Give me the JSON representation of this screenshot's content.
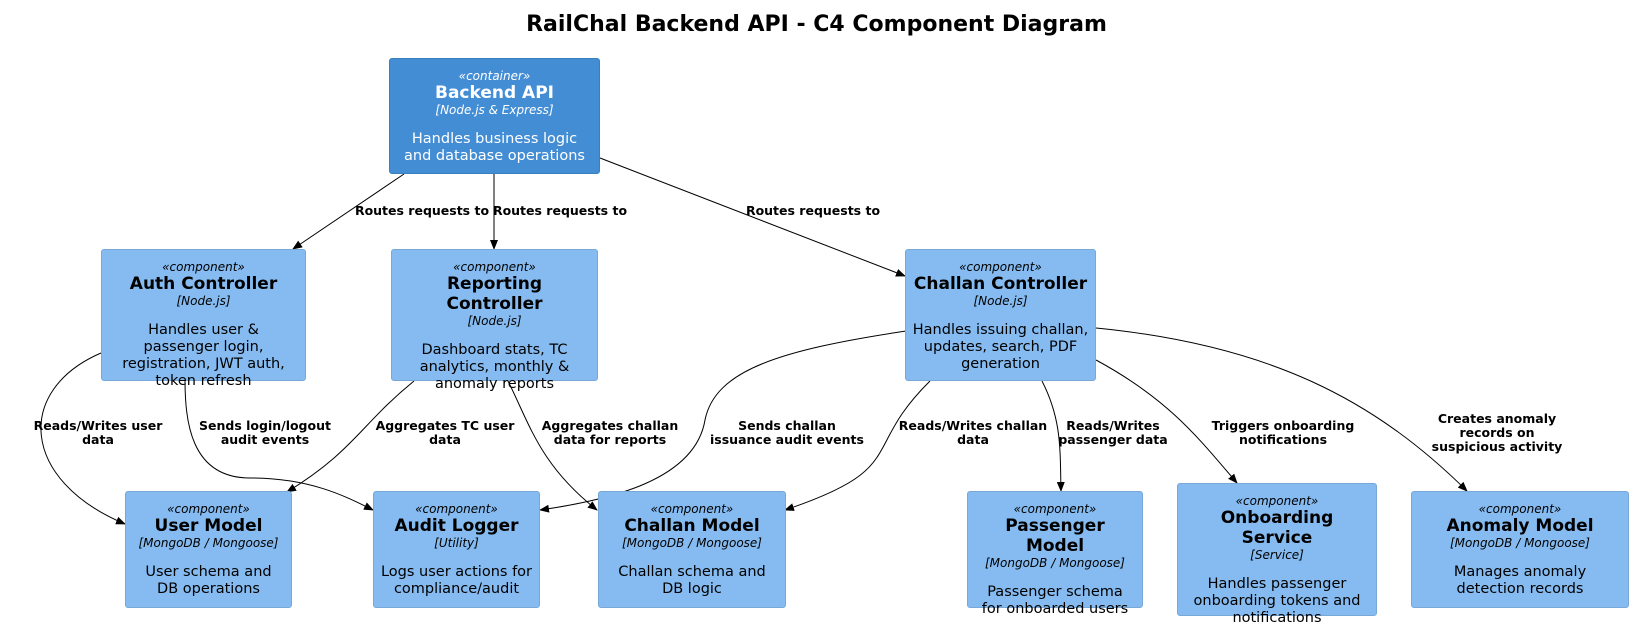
{
  "title": "RailChal Backend API - C4 Component Diagram",
  "nodes": {
    "backend_api": {
      "stereotype": "«container»",
      "name": "Backend API",
      "tech": "[Node.js & Express]",
      "desc": "Handles business logic and database operations"
    },
    "auth_controller": {
      "stereotype": "«component»",
      "name": "Auth Controller",
      "tech": "[Node.js]",
      "desc": "Handles user & passenger login, registration, JWT auth, token refresh"
    },
    "reporting_controller": {
      "stereotype": "«component»",
      "name": "Reporting Controller",
      "tech": "[Node.js]",
      "desc": "Dashboard stats, TC analytics, monthly & anomaly reports"
    },
    "challan_controller": {
      "stereotype": "«component»",
      "name": "Challan Controller",
      "tech": "[Node.js]",
      "desc": "Handles issuing challan, updates, search, PDF generation"
    },
    "user_model": {
      "stereotype": "«component»",
      "name": "User Model",
      "tech": "[MongoDB / Mongoose]",
      "desc": "User schema and DB operations"
    },
    "audit_logger": {
      "stereotype": "«component»",
      "name": "Audit Logger",
      "tech": "[Utility]",
      "desc": "Logs user actions for compliance/audit"
    },
    "challan_model": {
      "stereotype": "«component»",
      "name": "Challan Model",
      "tech": "[MongoDB / Mongoose]",
      "desc": "Challan schema and DB logic"
    },
    "passenger_model": {
      "stereotype": "«component»",
      "name": "Passenger Model",
      "tech": "[MongoDB / Mongoose]",
      "desc": "Passenger schema for onboarded users"
    },
    "onboarding_service": {
      "stereotype": "«component»",
      "name": "Onboarding Service",
      "tech": "[Service]",
      "desc": "Handles passenger onboarding tokens and notifications"
    },
    "anomaly_model": {
      "stereotype": "«component»",
      "name": "Anomaly Model",
      "tech": "[MongoDB / Mongoose]",
      "desc": "Manages anomaly detection records"
    }
  },
  "edges": [
    {
      "from": "Backend API",
      "to": "Auth Controller",
      "label": "Routes requests to"
    },
    {
      "from": "Backend API",
      "to": "Reporting Controller",
      "label": "Routes requests to"
    },
    {
      "from": "Backend API",
      "to": "Challan Controller",
      "label": "Routes requests to"
    },
    {
      "from": "Auth Controller",
      "to": "User Model",
      "label": "Reads/Writes user data"
    },
    {
      "from": "Auth Controller",
      "to": "Audit Logger",
      "label": "Sends login/logout audit events"
    },
    {
      "from": "Reporting Controller",
      "to": "User Model",
      "label": "Aggregates TC user data"
    },
    {
      "from": "Reporting Controller",
      "to": "Challan Model",
      "label": "Aggregates challan data for reports"
    },
    {
      "from": "Challan Controller",
      "to": "Audit Logger",
      "label": "Sends challan issuance audit events"
    },
    {
      "from": "Challan Controller",
      "to": "Challan Model",
      "label": "Reads/Writes challan data"
    },
    {
      "from": "Challan Controller",
      "to": "Passenger Model",
      "label": "Reads/Writes passenger data"
    },
    {
      "from": "Challan Controller",
      "to": "Onboarding Service",
      "label": "Triggers onboarding notifications"
    },
    {
      "from": "Challan Controller",
      "to": "Anomaly Model",
      "label": "Creates anomaly records on suspicious activity"
    }
  ]
}
